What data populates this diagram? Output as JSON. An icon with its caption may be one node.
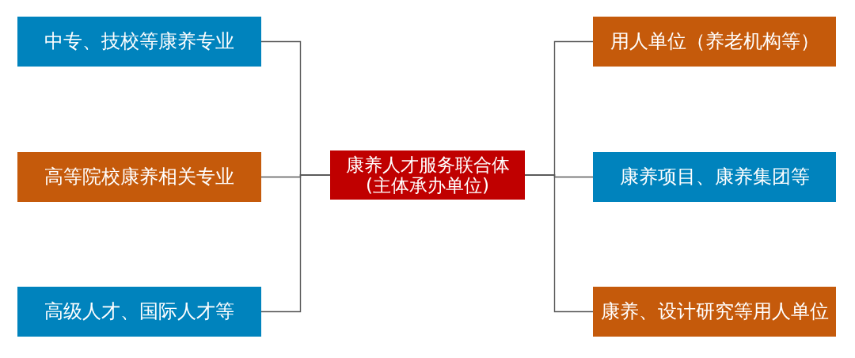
{
  "diagram": {
    "nodes": [
      {
        "text": [
          "中专、技校等康养专业"
        ]
      },
      {
        "text": [
          "高等院校康养相关专业"
        ]
      },
      {
        "text": [
          "高级人才、国际人才等"
        ]
      },
      {
        "text": [
          "康养人才服务联合体(主体承办单位)"
        ]
      },
      {
        "text": [
          "用人单位（养老机构等）"
        ]
      },
      {
        "text": [
          "康养项目、康养集团等"
        ]
      },
      {
        "text": [
          "康养、设计研究等用人单位"
        ]
      }
    ],
    "edges": [
      {
        "from": 0,
        "to": 3,
        "arrow": "none"
      },
      {
        "from": 1,
        "to": 3,
        "arrow": "none"
      },
      {
        "from": 2,
        "to": 3,
        "arrow": "none"
      },
      {
        "from": 3,
        "to": 4,
        "arrow": "none"
      },
      {
        "from": 3,
        "to": 5,
        "arrow": "none"
      },
      {
        "from": 3,
        "to": 6,
        "arrow": "none"
      }
    ]
  }
}
